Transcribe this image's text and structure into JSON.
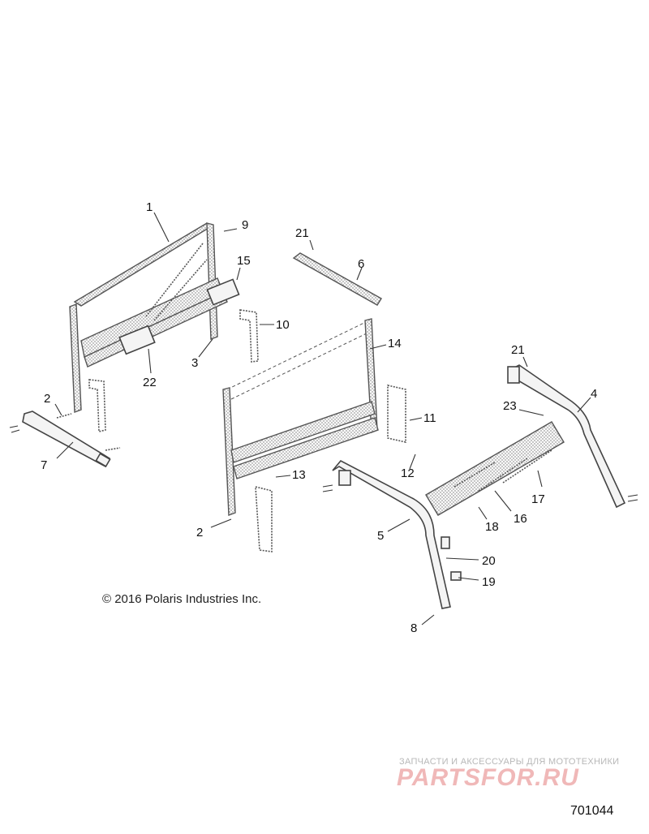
{
  "callouts": [
    "1",
    "2",
    "2",
    "3",
    "4",
    "5",
    "6",
    "7",
    "8",
    "9",
    "10",
    "11",
    "12",
    "13",
    "14",
    "15",
    "16",
    "17",
    "18",
    "19",
    "20",
    "21",
    "21",
    "22",
    "23"
  ],
  "copyright": "© 2016 Polaris Industries Inc.",
  "doc_number": "701044",
  "watermark": {
    "tagline": "ЗАПЧАСТИ И АКСЕССУАРЫ ДЛЯ МОТОТЕХНИКИ",
    "logo": "PARTSFOR.RU"
  },
  "colors": {
    "line": "#444444",
    "watermark": "#f0b8b8"
  }
}
